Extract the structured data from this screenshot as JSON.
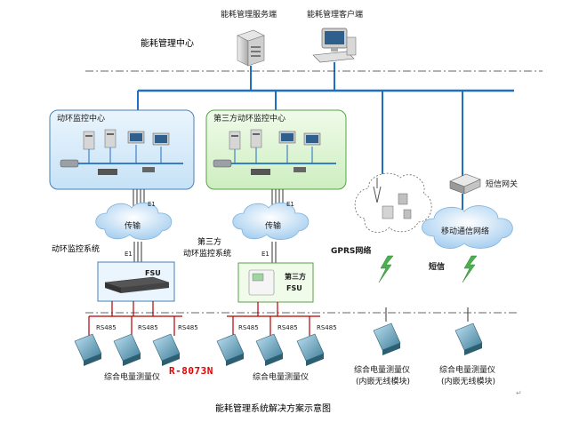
{
  "diagram": {
    "caption": "能耗管理系统解决方案示意图",
    "center_title": "能耗管理中心",
    "server_label": "能耗管理服务端",
    "client_label": "能耗管理客户端",
    "zone_left_title": "动环监控中心",
    "zone_mid_title": "第三方动环监控中心",
    "cloud_left": "传输",
    "cloud_mid": "传输",
    "cloud_right": "移动通信网络",
    "e1_a": "E1",
    "e1_b": "E1",
    "e1_c": "E1",
    "e1_d": "E1",
    "system_left": "动环监控系统",
    "system_mid_line1": "第三方",
    "system_mid_line2": "动环监控系统",
    "fsu_left": "FSU",
    "fsu_mid_line1": "第三方",
    "fsu_mid_line2": "FSU",
    "gprs_label": "GPRS网络",
    "sms_label": "短信",
    "sms_gateway": "短信网关",
    "rs485_labels": [
      "RS485",
      "RS485",
      "RS485",
      "RS485",
      "RS485",
      "RS485"
    ],
    "meter_label_left": "综合电量测量仪",
    "meter_label_mid": "综合电量测量仪",
    "model_tag": "R-8073N",
    "wireless_meter_1_line1": "综合电量测量仪",
    "wireless_meter_1_line2": "(内嵌无线模块)",
    "wireless_meter_2_line1": "综合电量测量仪",
    "wireless_meter_2_line2": "(内嵌无线模块)",
    "colors": {
      "bus_blue": "#1f6fc2",
      "zone_left_fill": "#d8ecfa",
      "zone_mid_fill": "#dff4d8",
      "cloud_fill": "#c9e2f7",
      "bolt_green": "#4caf50",
      "rs485_red": "#b00000",
      "model_red": "#e00000"
    }
  }
}
